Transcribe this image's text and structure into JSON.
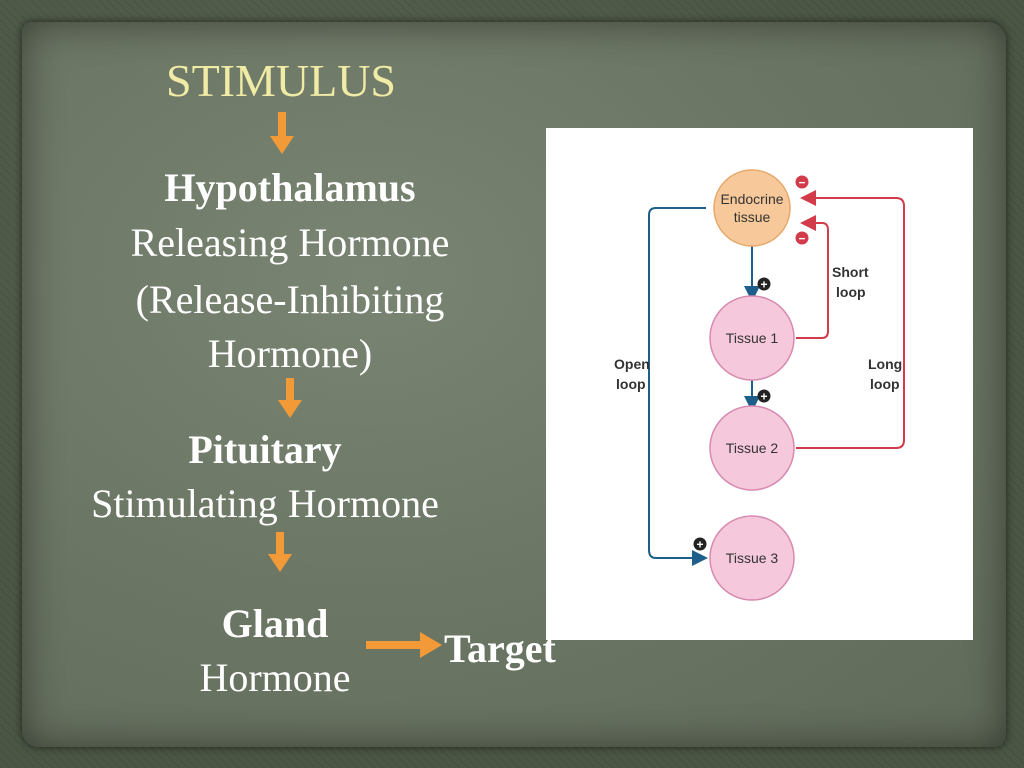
{
  "flow": {
    "stimulus": "STIMULUS",
    "hypothalamus_title": "Hypothalamus",
    "hypothalamus_line1": "Releasing Hormone",
    "hypothalamus_line2": "(Release-Inhibiting",
    "hypothalamus_line3": "Hormone)",
    "pituitary_title": "Pituitary",
    "pituitary_line1": "Stimulating Hormone",
    "gland_title": "Gland",
    "gland_line1": "Hormone",
    "target": "Target"
  },
  "diagram": {
    "endocrine_line1": "Endocrine",
    "endocrine_line2": "tissue",
    "tissue1": "Tissue 1",
    "tissue2": "Tissue 2",
    "tissue3": "Tissue 3",
    "short_loop_line1": "Short",
    "short_loop_line2": "loop",
    "long_loop_line1": "Long",
    "long_loop_line2": "loop",
    "open_loop_line1": "Open",
    "open_loop_line2": "loop",
    "plus_sign": "+",
    "minus_sign": "−"
  },
  "colors": {
    "stimulus_text": "#f0eba5",
    "arrow_orange": "#f29a38",
    "endocrine_fill": "#f7c99a",
    "tissue_fill": "#f6c8dc",
    "open_loop_blue": "#1d5f8a",
    "feedback_red": "#d23b4a"
  }
}
